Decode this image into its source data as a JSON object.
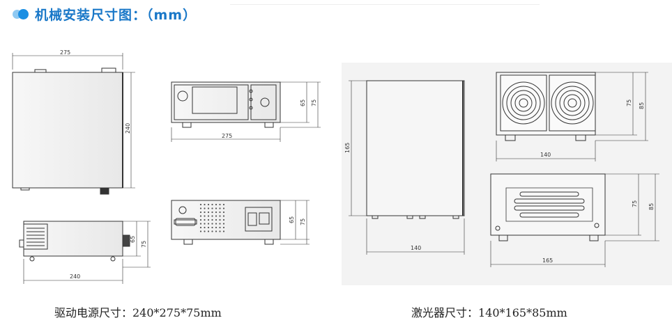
{
  "header": {
    "title": "机械安装尺寸图：（mm）"
  },
  "driver": {
    "caption": "驱动电源尺寸：240*275*75mm",
    "dims": {
      "top_width": "275",
      "top_depth": "240",
      "front_width": "275",
      "front_h_inner": "65",
      "front_h_outer": "75",
      "side_depth": "240",
      "side_h_inner": "65",
      "side_h_outer": "75",
      "back_h_inner": "65",
      "back_h_outer": "75"
    }
  },
  "laser": {
    "caption": "激光器尺寸：140*165*85mm",
    "dims": {
      "top_depth": "165",
      "top_width": "140",
      "front_h_inner": "75",
      "front_h_outer": "85",
      "front_width": "140",
      "side_h_inner": "75",
      "side_h_outer": "85",
      "side_depth": "165"
    }
  }
}
